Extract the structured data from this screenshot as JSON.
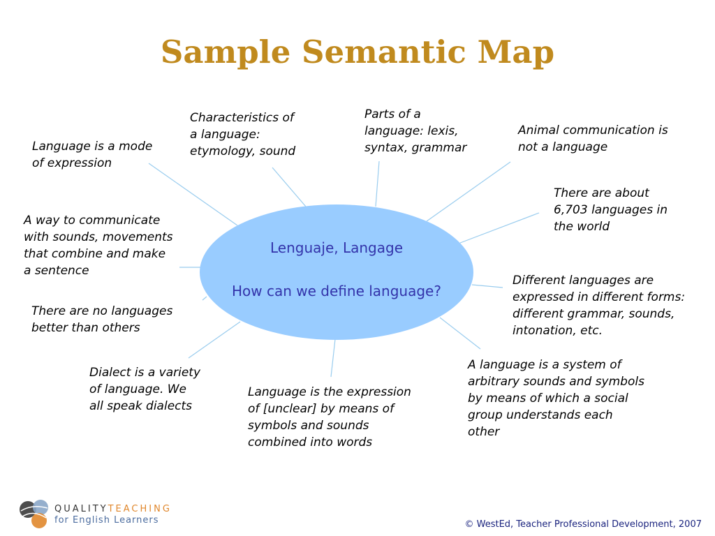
{
  "title": "Sample Semantic Map",
  "center": {
    "line1": "Lenguaje, Langage",
    "line2": "How can we define language?"
  },
  "nodes": {
    "characteristics": "Characteristics of\na language:\netymology, sound",
    "parts": "Parts of a\nlanguage: lexis,\nsyntax, grammar",
    "animal": "Animal communication is\nnot a language",
    "mode": "Language is a mode\nof expression",
    "about": "There are about\n6,703 languages in\nthe world",
    "communicate": "A way to communicate\nwith sounds, movements\nthat combine and make\na sentence",
    "different": "Different languages are\nexpressed in different forms:\ndifferent grammar, sounds,\nintonation, etc.",
    "nobetter": "There are no languages\nbetter than others",
    "system": "A language is a system of\narbitrary sounds and symbols\nby means of which a social\ngroup understands each\nother",
    "dialect": "Dialect is a variety\nof language.  We\nall speak dialects",
    "expression": "Language is the expression\nof [unclear] by means of\nsymbols and sounds\ncombined into words"
  },
  "footer": "© WestEd, Teacher Professional Development, 2007",
  "logo": {
    "line1a": "QUALITY",
    "line1b": "TEACHING",
    "line2": "for English Learners"
  },
  "colors": {
    "title": "#c08a1e",
    "ellipse": "#99ccff",
    "center_text": "#3333aa",
    "connector": "#99ccee"
  }
}
